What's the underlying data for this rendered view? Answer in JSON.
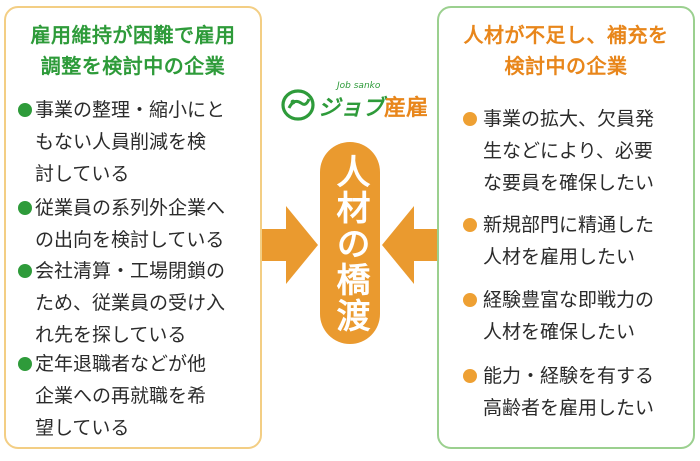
{
  "left_panel": {
    "title_line1": "雇用維持が困難で雇用",
    "title_line2": "調整を検討中の企業",
    "items": [
      {
        "lines": [
          "事業の整理・縮小にと",
          "もない人員削減を検",
          "討している"
        ]
      },
      {
        "lines": [
          "従業員の系列外企業へ",
          "の出向を検討している"
        ]
      },
      {
        "lines": [
          "会社清算・工場閉鎖の",
          "ため、従業員の受け入",
          "れ先を探している"
        ]
      },
      {
        "lines": [
          "定年退職者などが他",
          "企業への再就職を希",
          "望している"
        ]
      }
    ]
  },
  "right_panel": {
    "title_line1": "人材が不足し、補充を",
    "title_line2": "検討中の企業",
    "items": [
      {
        "lines": [
          "事業の拡大、欠員発",
          "生などにより、必要",
          "な要員を確保したい"
        ]
      },
      {
        "lines": [
          "新規部門に精通した",
          "人材を雇用したい"
        ]
      },
      {
        "lines": [
          "経験豊富な即戦力の",
          "人材を確保したい"
        ]
      },
      {
        "lines": [
          "能力・経験を有する",
          "高齢者を雇用したい"
        ]
      }
    ]
  },
  "logo": {
    "small_text": "Job sanko",
    "main_text": "ジョブ",
    "accent_text": "産雇"
  },
  "center": {
    "label": "人材の橋渡し"
  },
  "colors": {
    "green": "#2e9b3a",
    "orange": "#ea9a2f",
    "left_border": "#f3ce84",
    "right_border": "#9bd08f"
  }
}
